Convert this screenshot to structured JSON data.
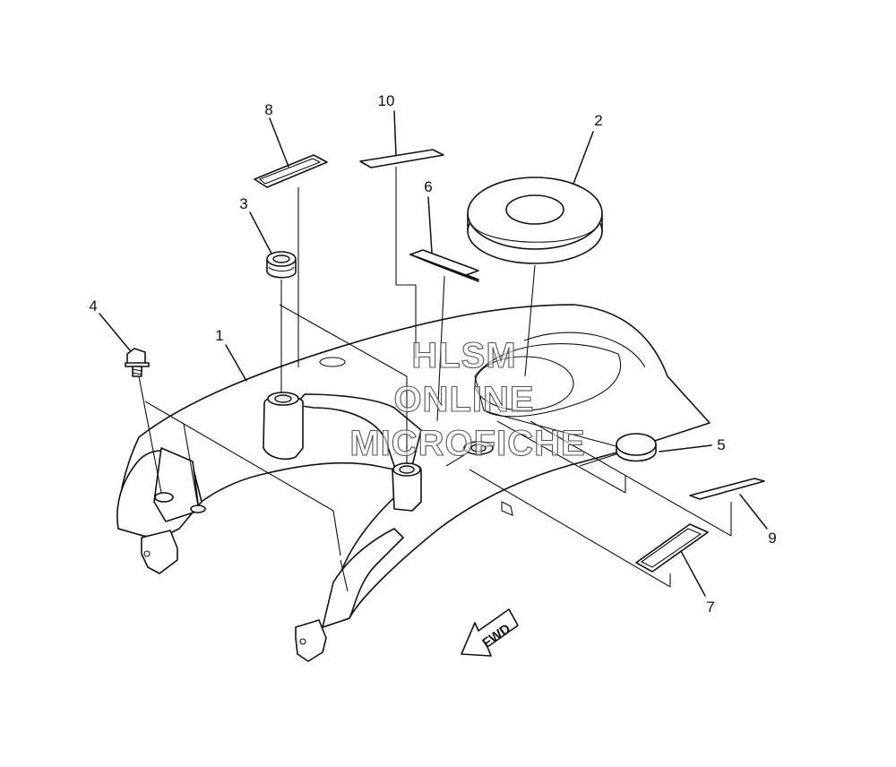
{
  "callouts": {
    "c1": "1",
    "c2": "2",
    "c3": "3",
    "c4": "4",
    "c5": "5",
    "c6": "6",
    "c7": "7",
    "c8": "8",
    "c9": "9",
    "c10": "10"
  },
  "direction_label": "FWD",
  "watermark": {
    "line1": "HLSM",
    "line2": "ONLINE",
    "line3": "MICROFICHE"
  }
}
